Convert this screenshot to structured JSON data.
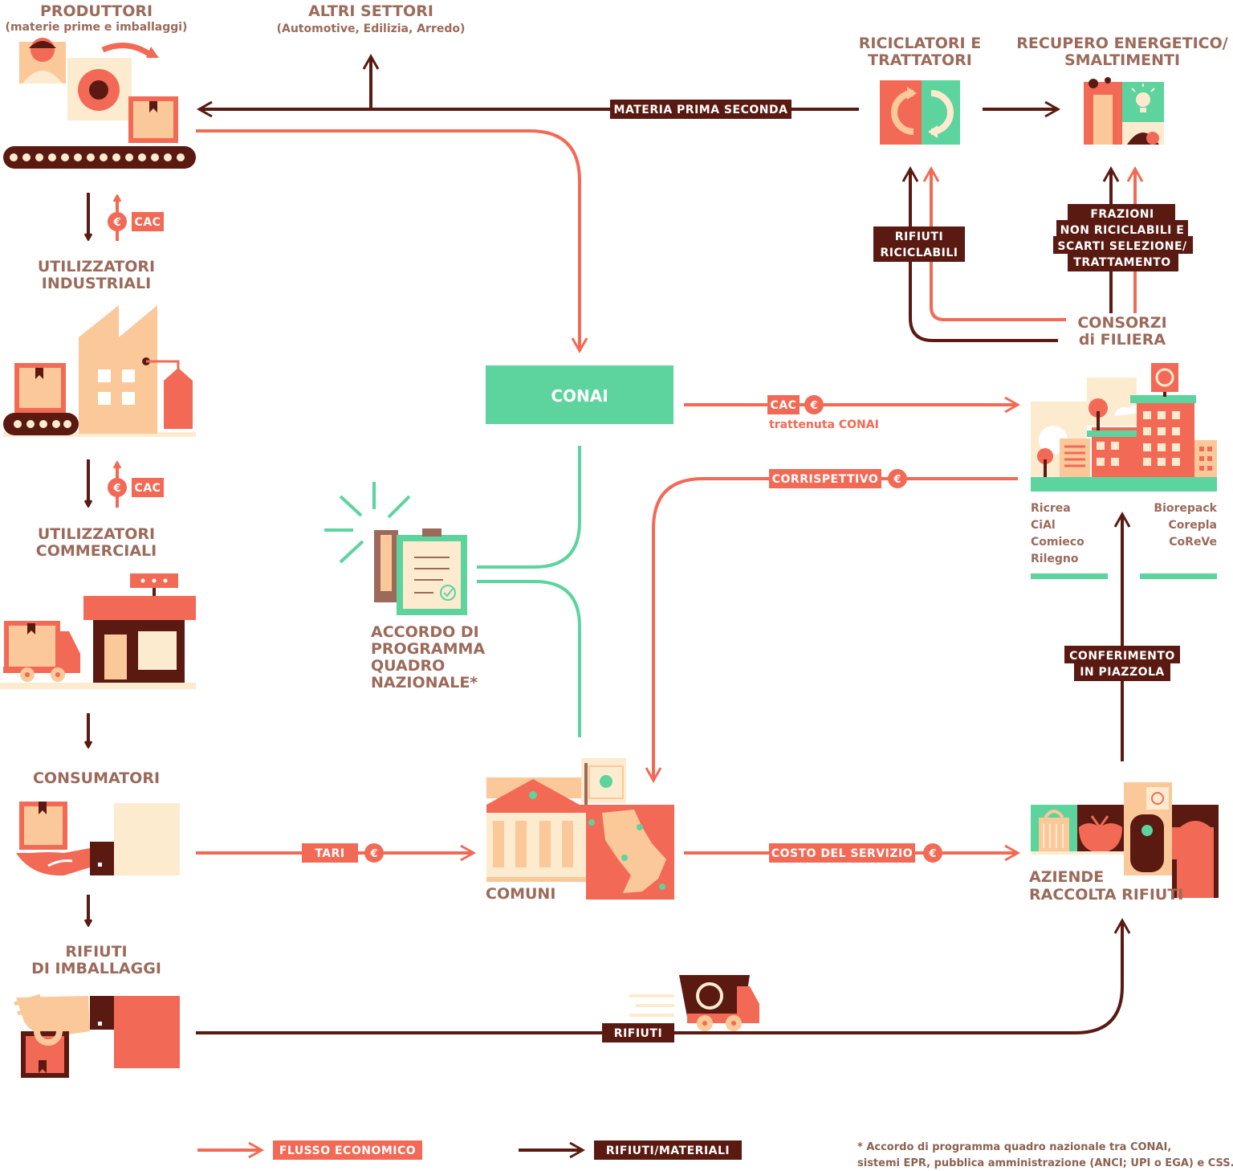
{
  "colors": {
    "red": "#f26a55",
    "dark": "#5a1a12",
    "green": "#5dd39e",
    "peach": "#fbc89a",
    "cream": "#fdebd0",
    "brown_text": "#9b6a5a"
  },
  "left_column": {
    "produttori_title": "PRODUTTORI",
    "produttori_sub": "(materie prime e imballaggi)",
    "utilizzatori_industriali_l1": "UTILIZZATORI",
    "utilizzatori_industriali_l2": "INDUSTRIALI",
    "utilizzatori_commerciali_l1": "UTILIZZATORI",
    "utilizzatori_commerciali_l2": "COMMERCIALI",
    "consumatori": "CONSUMATORI",
    "rifiuti_imballaggi_l1": "RIFIUTI",
    "rifiuti_imballaggi_l2": "DI IMBALLAGGI",
    "cac_tag_1": "CAC",
    "cac_tag_2": "CAC"
  },
  "top": {
    "altri_settori_title": "ALTRI SETTORI",
    "altri_settori_sub": "(Automotive, Edilizia, Arredo)",
    "materia_prima_seconda": "MATERIA PRIMA SECONDA",
    "riciclatori_l1": "RICICLATORI E",
    "riciclatori_l2": "TRATTATORI",
    "recupero_l1": "RECUPERO ENERGETICO/",
    "recupero_l2": "SMALTIMENTI",
    "rifiuti_riciclabili_l1": "RIFIUTI",
    "rifiuti_riciclabili_l2": "RICICLABILI",
    "frazioni_l1": "FRAZIONI",
    "frazioni_l2": "NON RICICLABILI E",
    "frazioni_l3": "SCARTI SELEZIONE/",
    "frazioni_l4": "TRATTAMENTO",
    "consorzi_l1": "CONSORZI",
    "consorzi_l2": "di FILIERA"
  },
  "center": {
    "conai": "CONAI",
    "accordo_l1": "ACCORDO DI",
    "accordo_l2": "PROGRAMMA",
    "accordo_l3": "QUADRO",
    "accordo_l4": "NAZIONALE*",
    "comuni": "COMUNI",
    "cac_tag": "CAC",
    "trattenuta": "trattenuta CONAI",
    "corrispettivo": "CORRISPETTIVO",
    "tari": "TARI",
    "costo_servizio": "COSTO DEL SERVIZIO",
    "rifiuti": "RIFIUTI",
    "euro": "€"
  },
  "right": {
    "consorzi_left": [
      "Ricrea",
      "CiAl",
      "Comieco",
      "Rilegno"
    ],
    "consorzi_right": [
      "Biorepack",
      "Corepla",
      "CoReVe"
    ],
    "conferimento_l1": "CONFERIMENTO",
    "conferimento_l2": "IN PIAZZOLA",
    "aziende_l1": "AZIENDE",
    "aziende_l2": "RACCOLTA RIFIUTI"
  },
  "legend": {
    "flusso_economico": "FLUSSO ECONOMICO",
    "rifiuti_materiali": "RIFIUTI/MATERIALI"
  },
  "footnote": {
    "line1": "* Accordo di programma quadro nazionale tra CONAI,",
    "line2": "sistemi EPR, pubblica amministrazione (ANCI; UPI o EGA) e CSS."
  }
}
